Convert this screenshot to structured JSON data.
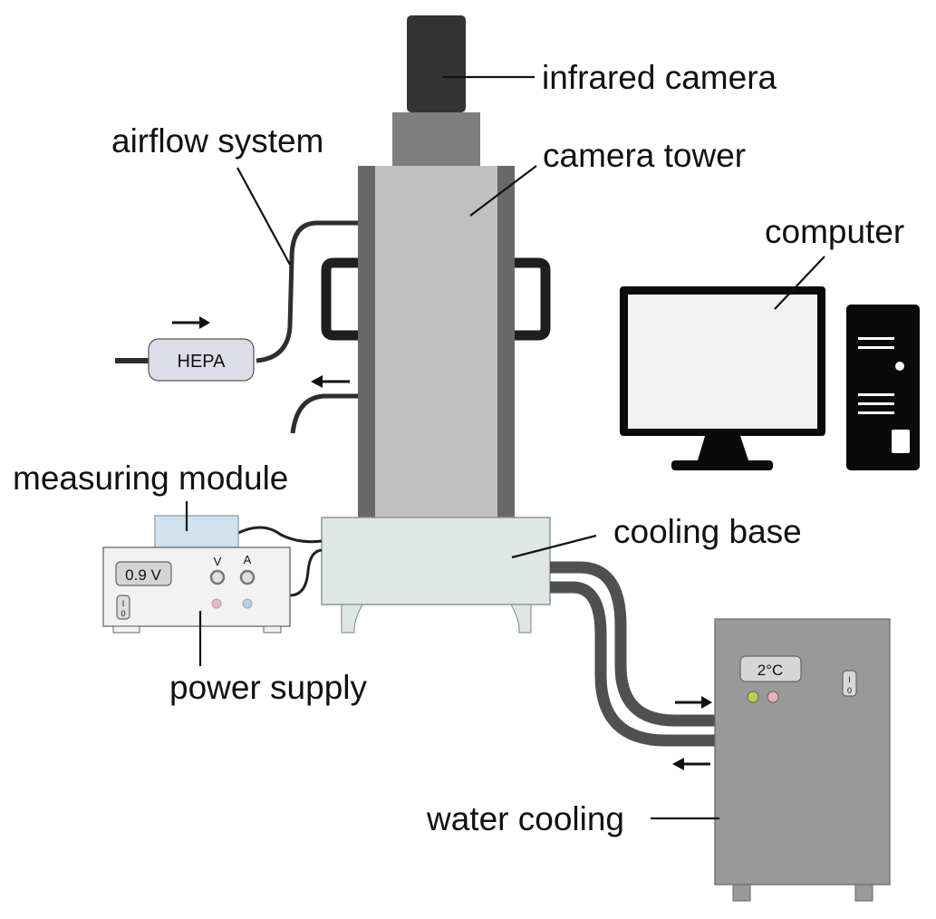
{
  "labels": {
    "infrared_camera": "infrared camera",
    "camera_tower": "camera tower",
    "airflow_system": "airflow system",
    "computer": "computer",
    "measuring_module": "measuring module",
    "cooling_base": "cooling base",
    "power_supply": "power supply",
    "water_cooling": "water cooling"
  },
  "hepa_filter": {
    "label": "HEPA"
  },
  "power_supply_panel": {
    "display_value": "0.9 V",
    "meter_labels": [
      "V",
      "A"
    ],
    "switch_on": "I",
    "switch_off": "0",
    "led_colors": [
      "#e8b8c8",
      "#b8d0e8"
    ]
  },
  "water_cooler_panel": {
    "display_value": "2°C",
    "switch_on": "I",
    "switch_off": "0",
    "led_colors": [
      "#b8d24a",
      "#eab0b8"
    ]
  },
  "colors": {
    "camera": "#333333",
    "tower_core": "#c0c0c0",
    "tower_rail": "#686868",
    "tower_adapter": "#7f7f7f",
    "cooling_base": "#dfe6e4",
    "measuring_module": "#cfe2ee",
    "hose": "#505050",
    "water_cooler": "#999999"
  }
}
